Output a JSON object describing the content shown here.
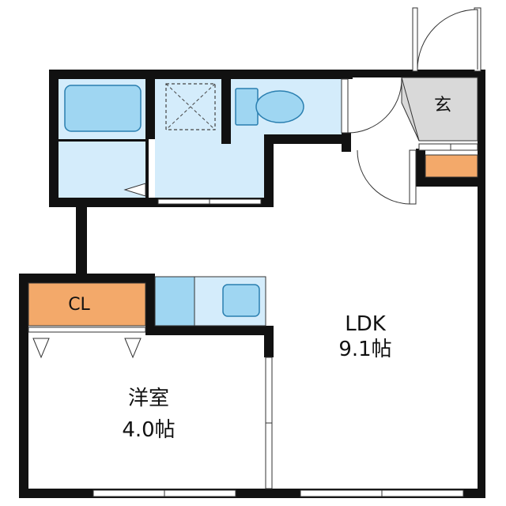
{
  "rooms": {
    "ldk": {
      "name": "LDK",
      "size": "9.1帖"
    },
    "western": {
      "name": "洋室",
      "size": "4.0帖"
    },
    "closet": {
      "label": "CL"
    },
    "entrance": {
      "label": "玄"
    }
  },
  "colors": {
    "wall": "#111111",
    "wet_area": "#d4ecfb",
    "fixture": "#9fd6f2",
    "fixture_stroke": "#2a7fb0",
    "closet": "#f3a96a",
    "entrance": "#d9d9d9",
    "floor": "#ffffff"
  }
}
